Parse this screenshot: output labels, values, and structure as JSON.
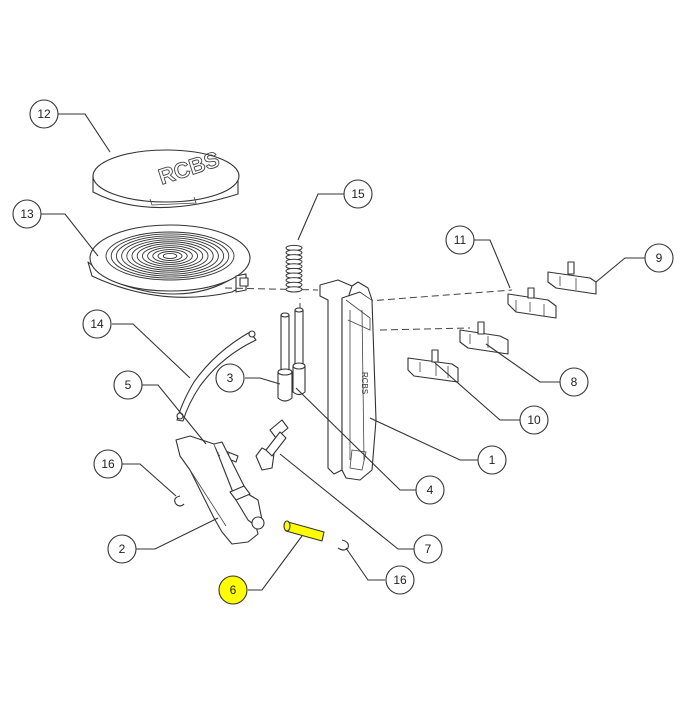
{
  "colors": {
    "highlight": "#ffff00",
    "line": "#333333",
    "background": "#ffffff",
    "part_fill": "#ffffff"
  },
  "brand_text": "RCBS",
  "callouts": [
    {
      "id": "c12",
      "label": "12",
      "highlighted": false
    },
    {
      "id": "c13",
      "label": "13",
      "highlighted": false
    },
    {
      "id": "c15",
      "label": "15",
      "highlighted": false
    },
    {
      "id": "c11",
      "label": "11",
      "highlighted": false
    },
    {
      "id": "c9",
      "label": "9",
      "highlighted": false
    },
    {
      "id": "c14",
      "label": "14",
      "highlighted": false
    },
    {
      "id": "c3",
      "label": "3",
      "highlighted": false
    },
    {
      "id": "c5",
      "label": "5",
      "highlighted": false
    },
    {
      "id": "c8",
      "label": "8",
      "highlighted": false
    },
    {
      "id": "c10",
      "label": "10",
      "highlighted": false
    },
    {
      "id": "c16a",
      "label": "16",
      "highlighted": false
    },
    {
      "id": "c1",
      "label": "1",
      "highlighted": false
    },
    {
      "id": "c4",
      "label": "4",
      "highlighted": false
    },
    {
      "id": "c2",
      "label": "2",
      "highlighted": false
    },
    {
      "id": "c7",
      "label": "7",
      "highlighted": false
    },
    {
      "id": "c6",
      "label": "6",
      "highlighted": true
    },
    {
      "id": "c16b",
      "label": "16",
      "highlighted": false
    }
  ]
}
